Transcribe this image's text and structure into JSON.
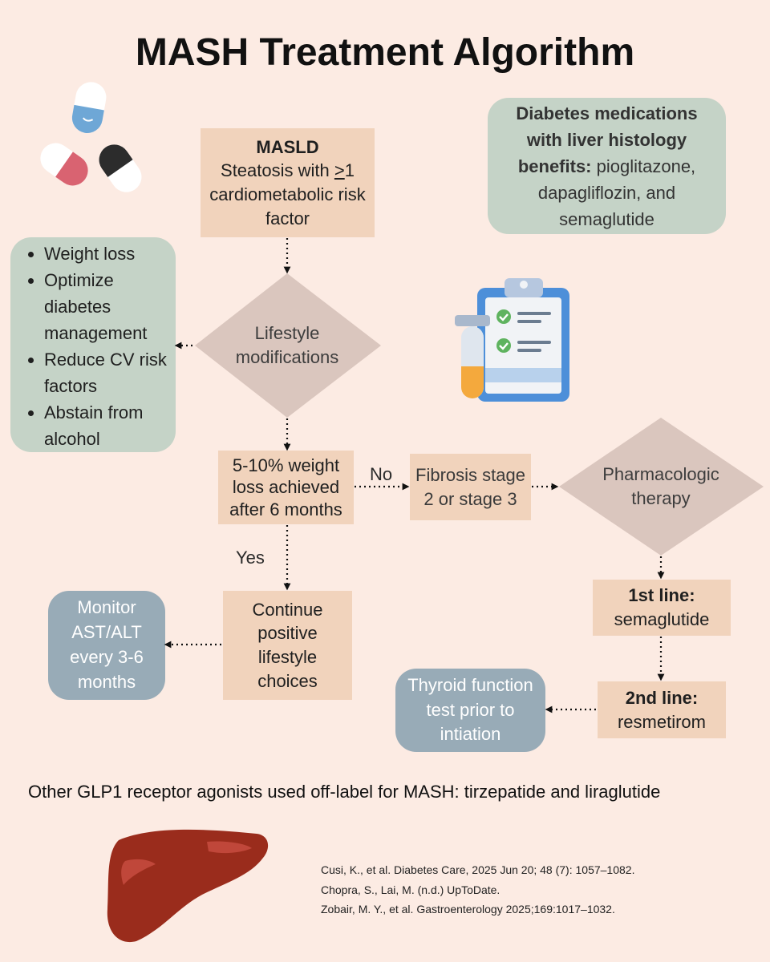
{
  "title": "MASH Treatment Algorithm",
  "masld": {
    "heading": "MASLD",
    "line1_pre": "Steatosis with ",
    "line1_ge": ">",
    "line1_post": "1",
    "line2": "cardiometabolic risk",
    "line3": "factor"
  },
  "diabetes_box": {
    "bold1": "Diabetes medications",
    "bold2": "with liver histology",
    "bold3": "benefits:",
    "rest3": " pioglitazone,",
    "line4": "dapagliflozin, and",
    "line5": "semaglutide"
  },
  "lifestyle_list": [
    "Weight loss",
    "Optimize diabetes management",
    "Reduce CV risk factors",
    "Abstain from alcohol"
  ],
  "lifestyle_diamond": {
    "line1": "Lifestyle",
    "line2": "modifications"
  },
  "weight_loss_box": {
    "line1": "5-10% weight",
    "line2": "loss achieved",
    "line3": "after 6 months"
  },
  "no_label": "No",
  "yes_label": "Yes",
  "fibrosis_box": {
    "line1": "Fibrosis stage",
    "line2": "2 or stage 3"
  },
  "pharm_diamond": {
    "line1": "Pharmacologic",
    "line2": "therapy"
  },
  "first_line": {
    "heading": "1st line:",
    "drug": "semaglutide"
  },
  "second_line": {
    "heading": "2nd line:",
    "drug": "resmetirom"
  },
  "continue_box": {
    "line1": "Continue",
    "line2": "positive",
    "line3": "lifestyle",
    "line4": "choices"
  },
  "monitor_box": {
    "line1": "Monitor",
    "line2": "AST/ALT",
    "line3": "every 3-6",
    "line4": "months"
  },
  "thyroid_box": {
    "line1": "Thyroid function",
    "line2": "test prior to",
    "line3": "intiation"
  },
  "footer_note": "Other GLP1 receptor agonists used off-label for MASH: tirzepatide and liraglutide",
  "references": [
    "Cusi, K., et al.  Diabetes Care, 2025 Jun 20; 48 (7): 1057–1082.",
    "Chopra, S., Lai, M. (n.d.) UpToDate.",
    "Zobair, M. Y., et al. Gastroenterology 2025;169:1017–1032."
  ],
  "colors": {
    "background": "#fcebe3",
    "tan_box": "#f1d3bc",
    "sage_box": "#c5d3c7",
    "slate_box": "#98abb7",
    "diamond": "#dac6be",
    "liver": "#9a2c1c"
  },
  "icons": [
    "pills-icon",
    "clipboard-checklist-icon",
    "test-tube-icon",
    "liver-icon"
  ]
}
